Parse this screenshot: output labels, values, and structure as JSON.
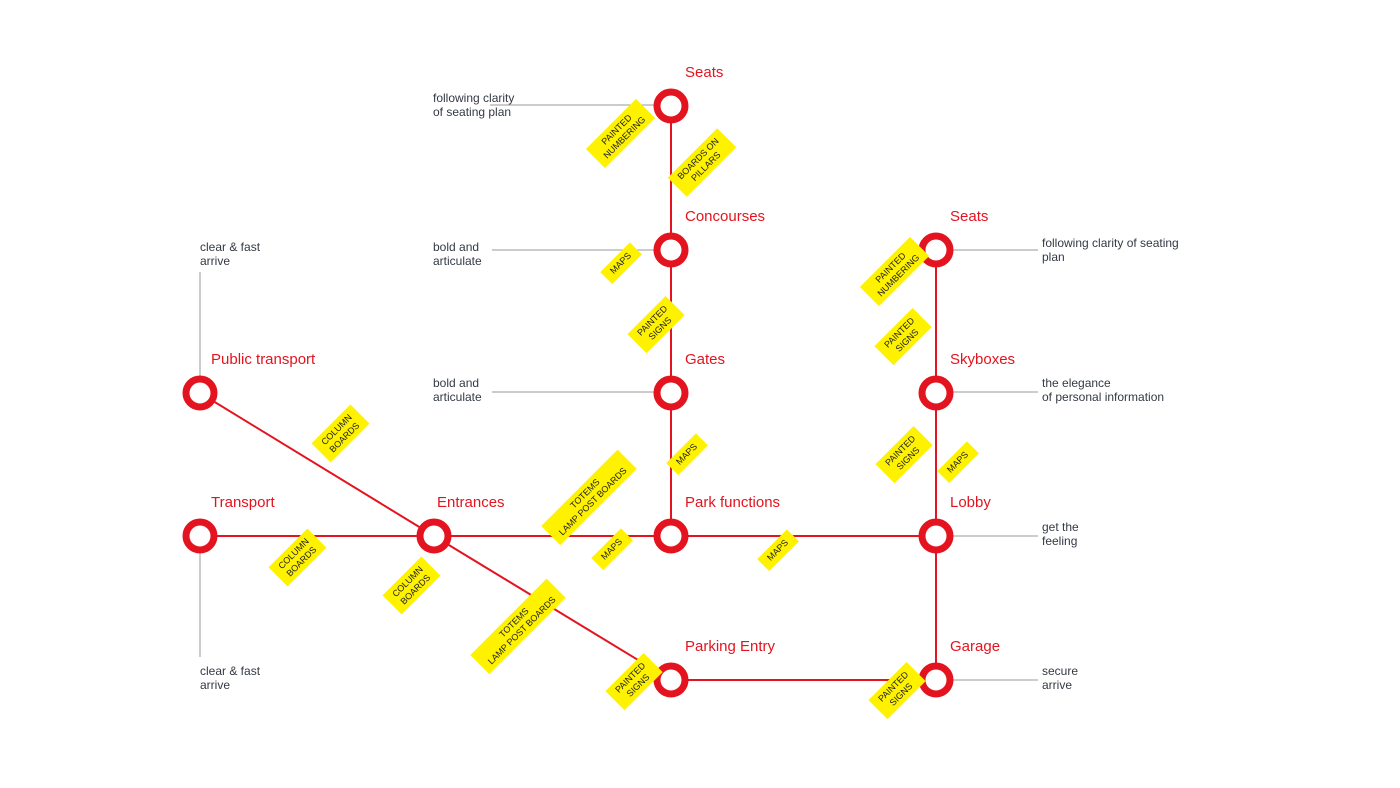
{
  "colors": {
    "line": "#e3141f",
    "tag": "#fff200",
    "note": "#333a44",
    "leader": "#9a9a9a"
  },
  "stations": [
    {
      "id": "seats_top",
      "label": "Seats"
    },
    {
      "id": "concourses",
      "label": "Concourses"
    },
    {
      "id": "gates",
      "label": "Gates"
    },
    {
      "id": "park_functions",
      "label": "Park functions"
    },
    {
      "id": "parking_entry",
      "label": "Parking Entry"
    },
    {
      "id": "seats_right",
      "label": "Seats"
    },
    {
      "id": "skyboxes",
      "label": "Skyboxes"
    },
    {
      "id": "lobby",
      "label": "Lobby"
    },
    {
      "id": "garage",
      "label": "Garage"
    },
    {
      "id": "public_transport",
      "label": "Public transport"
    },
    {
      "id": "transport",
      "label": "Transport"
    },
    {
      "id": "entrances",
      "label": "Entrances"
    }
  ],
  "notes": [
    {
      "id": "seats_top",
      "text": "following clarity\nof seating plan"
    },
    {
      "id": "concourses",
      "text": "bold and\narticulate"
    },
    {
      "id": "gates",
      "text": "bold and\narticulate"
    },
    {
      "id": "public_transport",
      "text": "clear & fast\narrive"
    },
    {
      "id": "transport",
      "text": "clear & fast\narrive"
    },
    {
      "id": "seats_right",
      "text": "following clarity of seating\nplan"
    },
    {
      "id": "skyboxes",
      "text": "the elegance\nof personal information"
    },
    {
      "id": "lobby",
      "text": "get the\nfeeling"
    },
    {
      "id": "garage",
      "text": "secure\narrive"
    }
  ],
  "tags": [
    {
      "id": "t1",
      "text": "PAINTED\nNUMBERING"
    },
    {
      "id": "t2",
      "text": "BOARDS ON\nPILLARS"
    },
    {
      "id": "t3",
      "text": "MAPS"
    },
    {
      "id": "t4",
      "text": "PAINTED\nSIGNS"
    },
    {
      "id": "t5",
      "text": "MAPS"
    },
    {
      "id": "t6",
      "text": "COLUMN\nBOARDS"
    },
    {
      "id": "t7",
      "text": "COLUMN\nBOARDS"
    },
    {
      "id": "t8",
      "text": "COLUMN\nBOARDS"
    },
    {
      "id": "t9",
      "text": "TOTEMS\nLAMP POST BOARDS"
    },
    {
      "id": "t10",
      "text": "MAPS"
    },
    {
      "id": "t11",
      "text": "MAPS"
    },
    {
      "id": "t12",
      "text": "TOTEMS\nLAMP POST BOARDS"
    },
    {
      "id": "t13",
      "text": "PAINTED\nSIGNS"
    },
    {
      "id": "t14",
      "text": "PAINTED\nSIGNS"
    },
    {
      "id": "t15",
      "text": "PAINTED\nNUMBERING"
    },
    {
      "id": "t16",
      "text": "PAINTED\nSIGNS"
    },
    {
      "id": "t17",
      "text": "PAINTED\nSIGNS"
    },
    {
      "id": "t18",
      "text": "MAPS"
    }
  ]
}
